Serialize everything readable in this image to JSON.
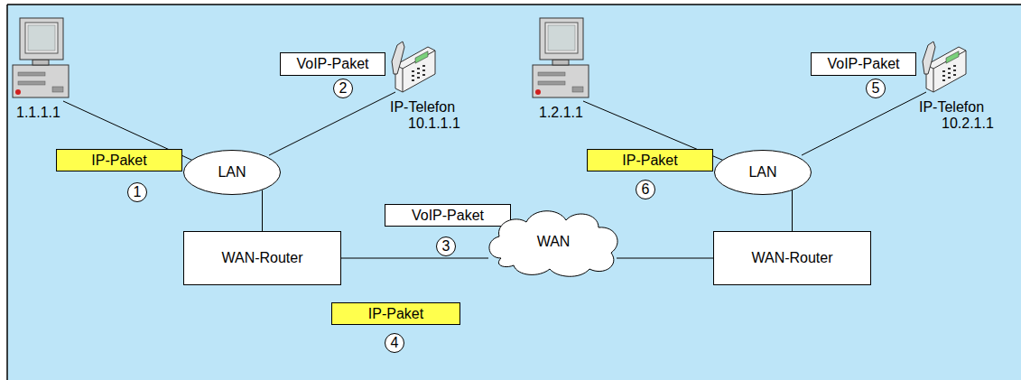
{
  "diagram": {
    "nodes": [
      {
        "text": [
          "VoIP-Paket"
        ]
      },
      {
        "text": [
          "2"
        ]
      },
      {
        "text": [
          "VoIP-Paket"
        ]
      },
      {
        "text": [
          "5"
        ]
      },
      {
        "text": [
          "IP-Paket"
        ]
      },
      {
        "text": [
          "1"
        ]
      },
      {
        "text": [
          "LAN"
        ]
      },
      {
        "text": [
          "IP-Paket"
        ]
      },
      {
        "text": [
          "6"
        ]
      },
      {
        "text": [
          "LAN"
        ]
      },
      {
        "text": [
          "VoIP-Paket"
        ]
      },
      {
        "text": [
          "3"
        ]
      },
      {
        "text": [
          "WAN-Router"
        ]
      },
      {
        "text": [
          "WAN"
        ]
      },
      {
        "text": [
          "WAN-Router"
        ]
      },
      {
        "text": [
          "IP-Paket"
        ]
      },
      {
        "text": [
          "4"
        ]
      }
    ],
    "edges": [
      {
        "from": 6,
        "to": 12,
        "arrow": "none"
      },
      {
        "from": 12,
        "to": 13,
        "arrow": "none"
      },
      {
        "from": 13,
        "to": 14,
        "arrow": "none"
      },
      {
        "from": 14,
        "to": 9,
        "arrow": "none"
      }
    ],
    "labels": [
      "1.1.1.1",
      "IP-Telefon",
      "10.1.1.1",
      "1.2.1.1",
      "IP-Telefon",
      "10.2.1.1"
    ]
  }
}
